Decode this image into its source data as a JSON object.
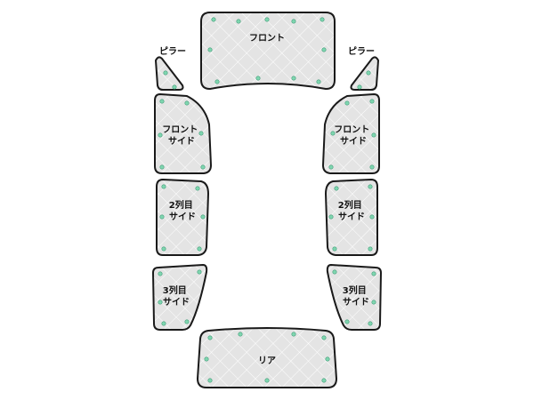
{
  "colors": {
    "panel_fill": "#e4e4e4",
    "quilt_line": "#ffffff",
    "outline": "#1a1a1a",
    "pin": "#7fd6b0",
    "label": "#111111"
  },
  "panels": [
    {
      "id": "front",
      "lines": [
        "フロント"
      ]
    },
    {
      "id": "pillar-left",
      "lines": [
        "ピラー"
      ]
    },
    {
      "id": "pillar-right",
      "lines": [
        "ピラー"
      ]
    },
    {
      "id": "front-side-left",
      "lines": [
        "フロント",
        "サイド"
      ]
    },
    {
      "id": "front-side-right",
      "lines": [
        "フロント",
        "サイド"
      ]
    },
    {
      "id": "row2-side-left",
      "lines": [
        "2列目",
        "サイド"
      ]
    },
    {
      "id": "row2-side-right",
      "lines": [
        "2列目",
        "サイド"
      ]
    },
    {
      "id": "row3-side-left",
      "lines": [
        "3列目",
        "サイド"
      ]
    },
    {
      "id": "row3-side-right",
      "lines": [
        "3列目",
        "サイド"
      ]
    },
    {
      "id": "rear",
      "lines": [
        "リア"
      ]
    }
  ]
}
